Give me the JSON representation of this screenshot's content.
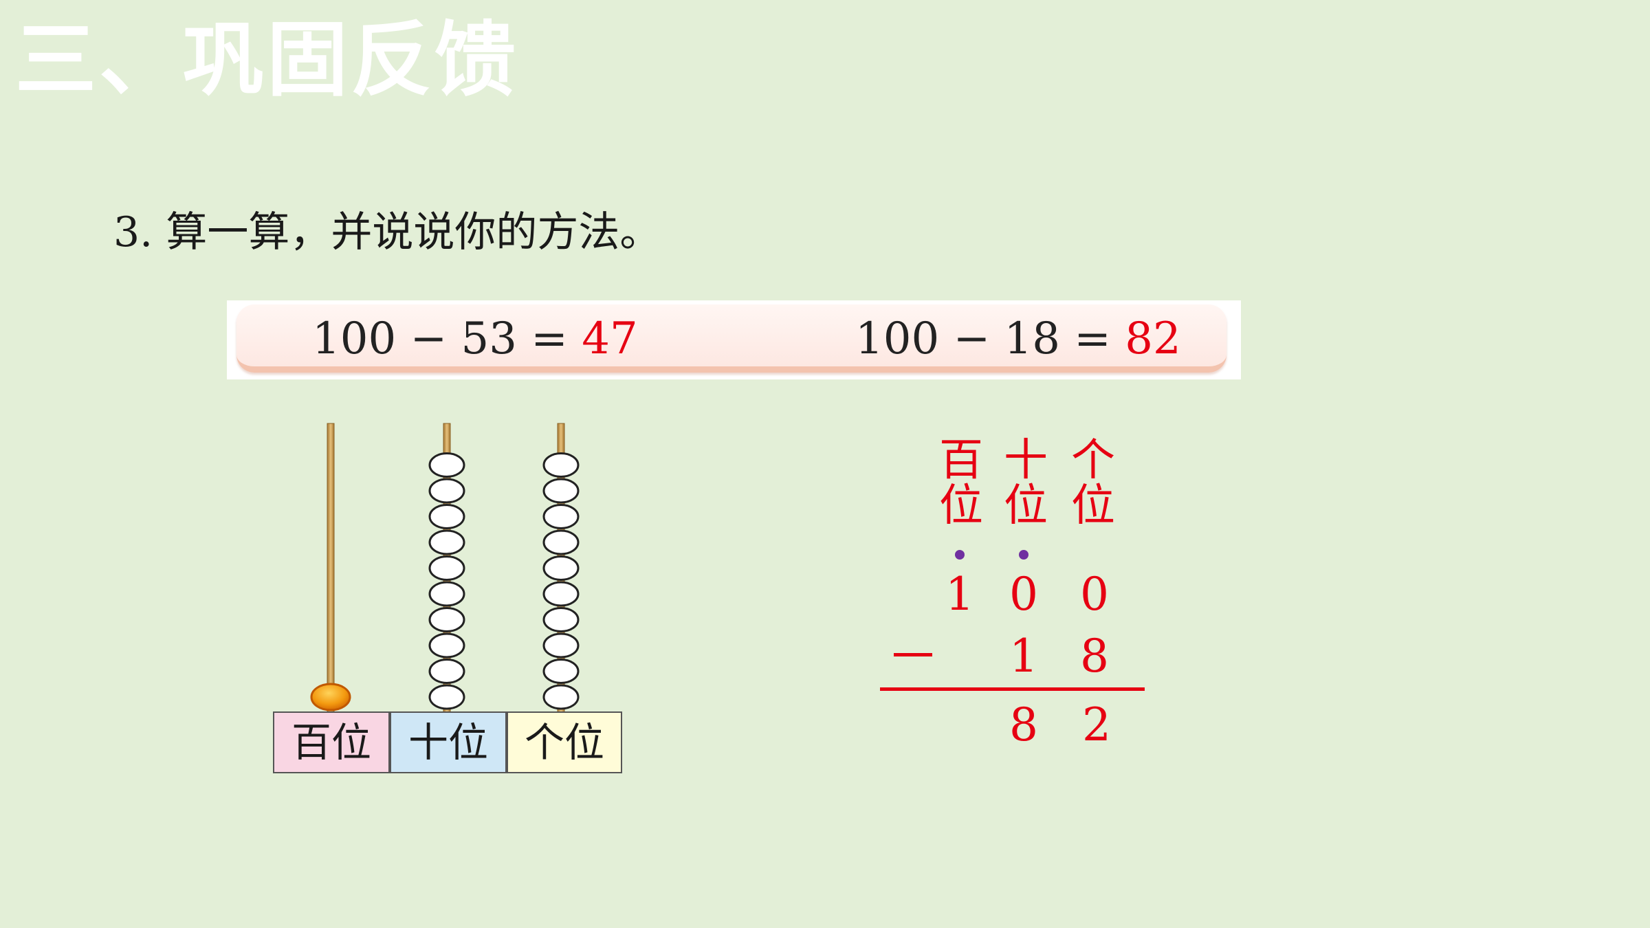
{
  "title": "三、巩固反馈",
  "question": "3. 算一算，并说说你的方法。",
  "equations": [
    {
      "expr": "100 − 53 = ",
      "answer": "47"
    },
    {
      "expr": "100 − 18 = ",
      "answer": "82"
    }
  ],
  "abacus": {
    "labels": [
      "百位",
      "十位",
      "个位"
    ],
    "beads": {
      "hundreds": 1,
      "tens": 10,
      "ones": 10
    },
    "colors": {
      "rod": "#c79a4e",
      "hundred_bead": "#f07a00",
      "bead_fill": "#ffffff",
      "bead_stroke": "#222222"
    }
  },
  "vertical": {
    "headers": [
      [
        "百",
        "位"
      ],
      [
        "十",
        "位"
      ],
      [
        "个",
        "位"
      ]
    ],
    "minuend": [
      "1",
      "0",
      "0"
    ],
    "subtrahend": [
      "1",
      "8"
    ],
    "result": [
      "8",
      "2"
    ]
  },
  "colors": {
    "background": "#e3efd7",
    "answer": "#e60012",
    "borrow_dot": "#7030a0"
  }
}
